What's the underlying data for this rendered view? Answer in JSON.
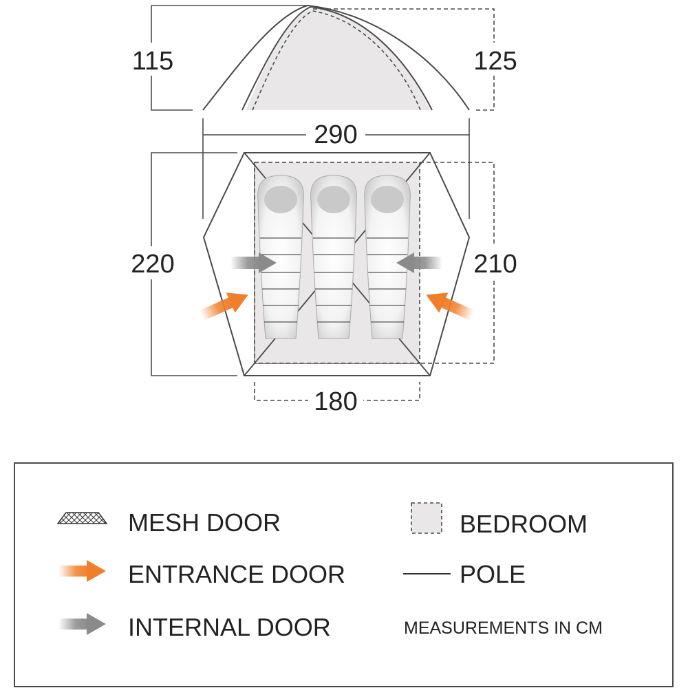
{
  "dimensions": {
    "front_height": "115",
    "rear_height": "125",
    "overall_width": "290",
    "overall_length": "220",
    "bedroom_length": "210",
    "bedroom_width": "180"
  },
  "legend": {
    "mesh_door": "MESH DOOR",
    "entrance_door": "ENTRANCE DOOR",
    "internal_door": "INTERNAL DOOR",
    "bedroom": "BEDROOM",
    "pole": "POLE",
    "units_note": "MEASUREMENTS IN CM"
  },
  "colors": {
    "outline": "#4a4a4a",
    "bedroom_fill": "#e9e7e8",
    "entrance_arrow": "#f07f2c",
    "internal_arrow": "#8a8a8a"
  },
  "icons": {
    "mesh_door": "mesh-door-icon",
    "entrance_door": "orange-arrow-icon",
    "internal_door": "grey-arrow-icon",
    "bedroom": "dashed-square-icon",
    "pole": "line-icon"
  }
}
